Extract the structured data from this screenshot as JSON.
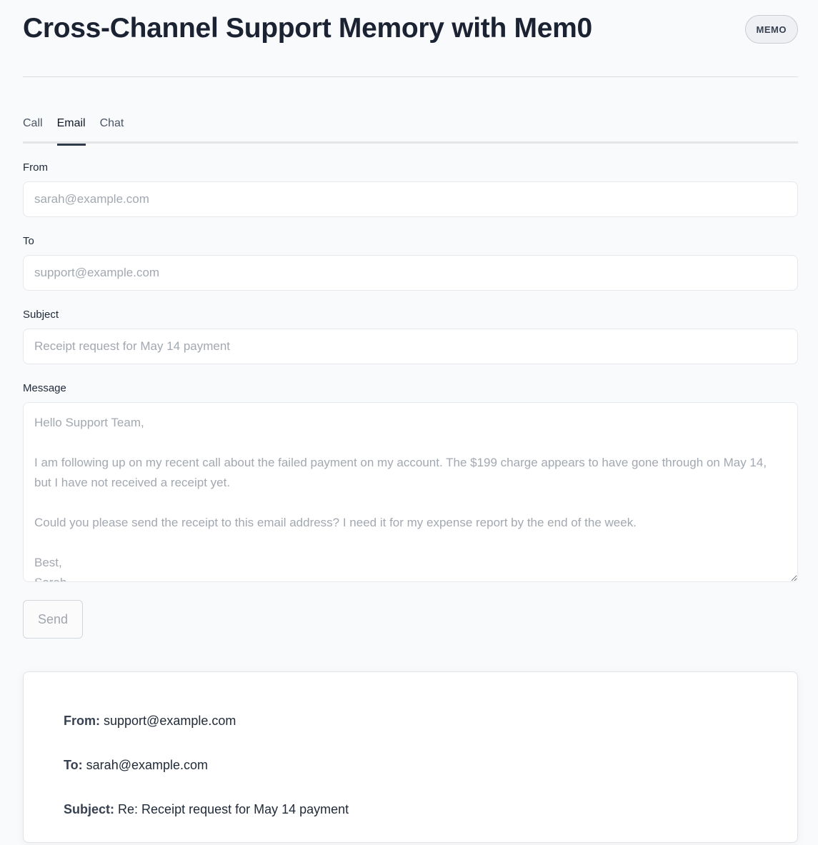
{
  "header": {
    "title": "Cross-Channel Support Memory with Mem0",
    "badge": "MEMO"
  },
  "tabs": [
    {
      "label": "Call",
      "active": false
    },
    {
      "label": "Email",
      "active": true
    },
    {
      "label": "Chat",
      "active": false
    }
  ],
  "form": {
    "from": {
      "label": "From",
      "value": "",
      "placeholder": "sarah@example.com"
    },
    "to": {
      "label": "To",
      "value": "",
      "placeholder": "support@example.com"
    },
    "subject": {
      "label": "Subject",
      "value": "",
      "placeholder": "Receipt request for May 14 payment"
    },
    "message": {
      "label": "Message",
      "value": "",
      "placeholder": "Hello Support Team,\n\nI am following up on my recent call about the failed payment on my account. The $199 charge appears to have gone through on May 14, but I have not received a receipt yet.\n\nCould you please send the receipt to this email address? I need it for my expense report by the end of the week.\n\nBest,\nSarah"
    },
    "send_label": "Send"
  },
  "reply": {
    "from_label": "From:",
    "from_value": "support@example.com",
    "to_label": "To:",
    "to_value": "sarah@example.com",
    "subject_label": "Subject:",
    "subject_value": "Re: Receipt request for May 14 payment"
  }
}
